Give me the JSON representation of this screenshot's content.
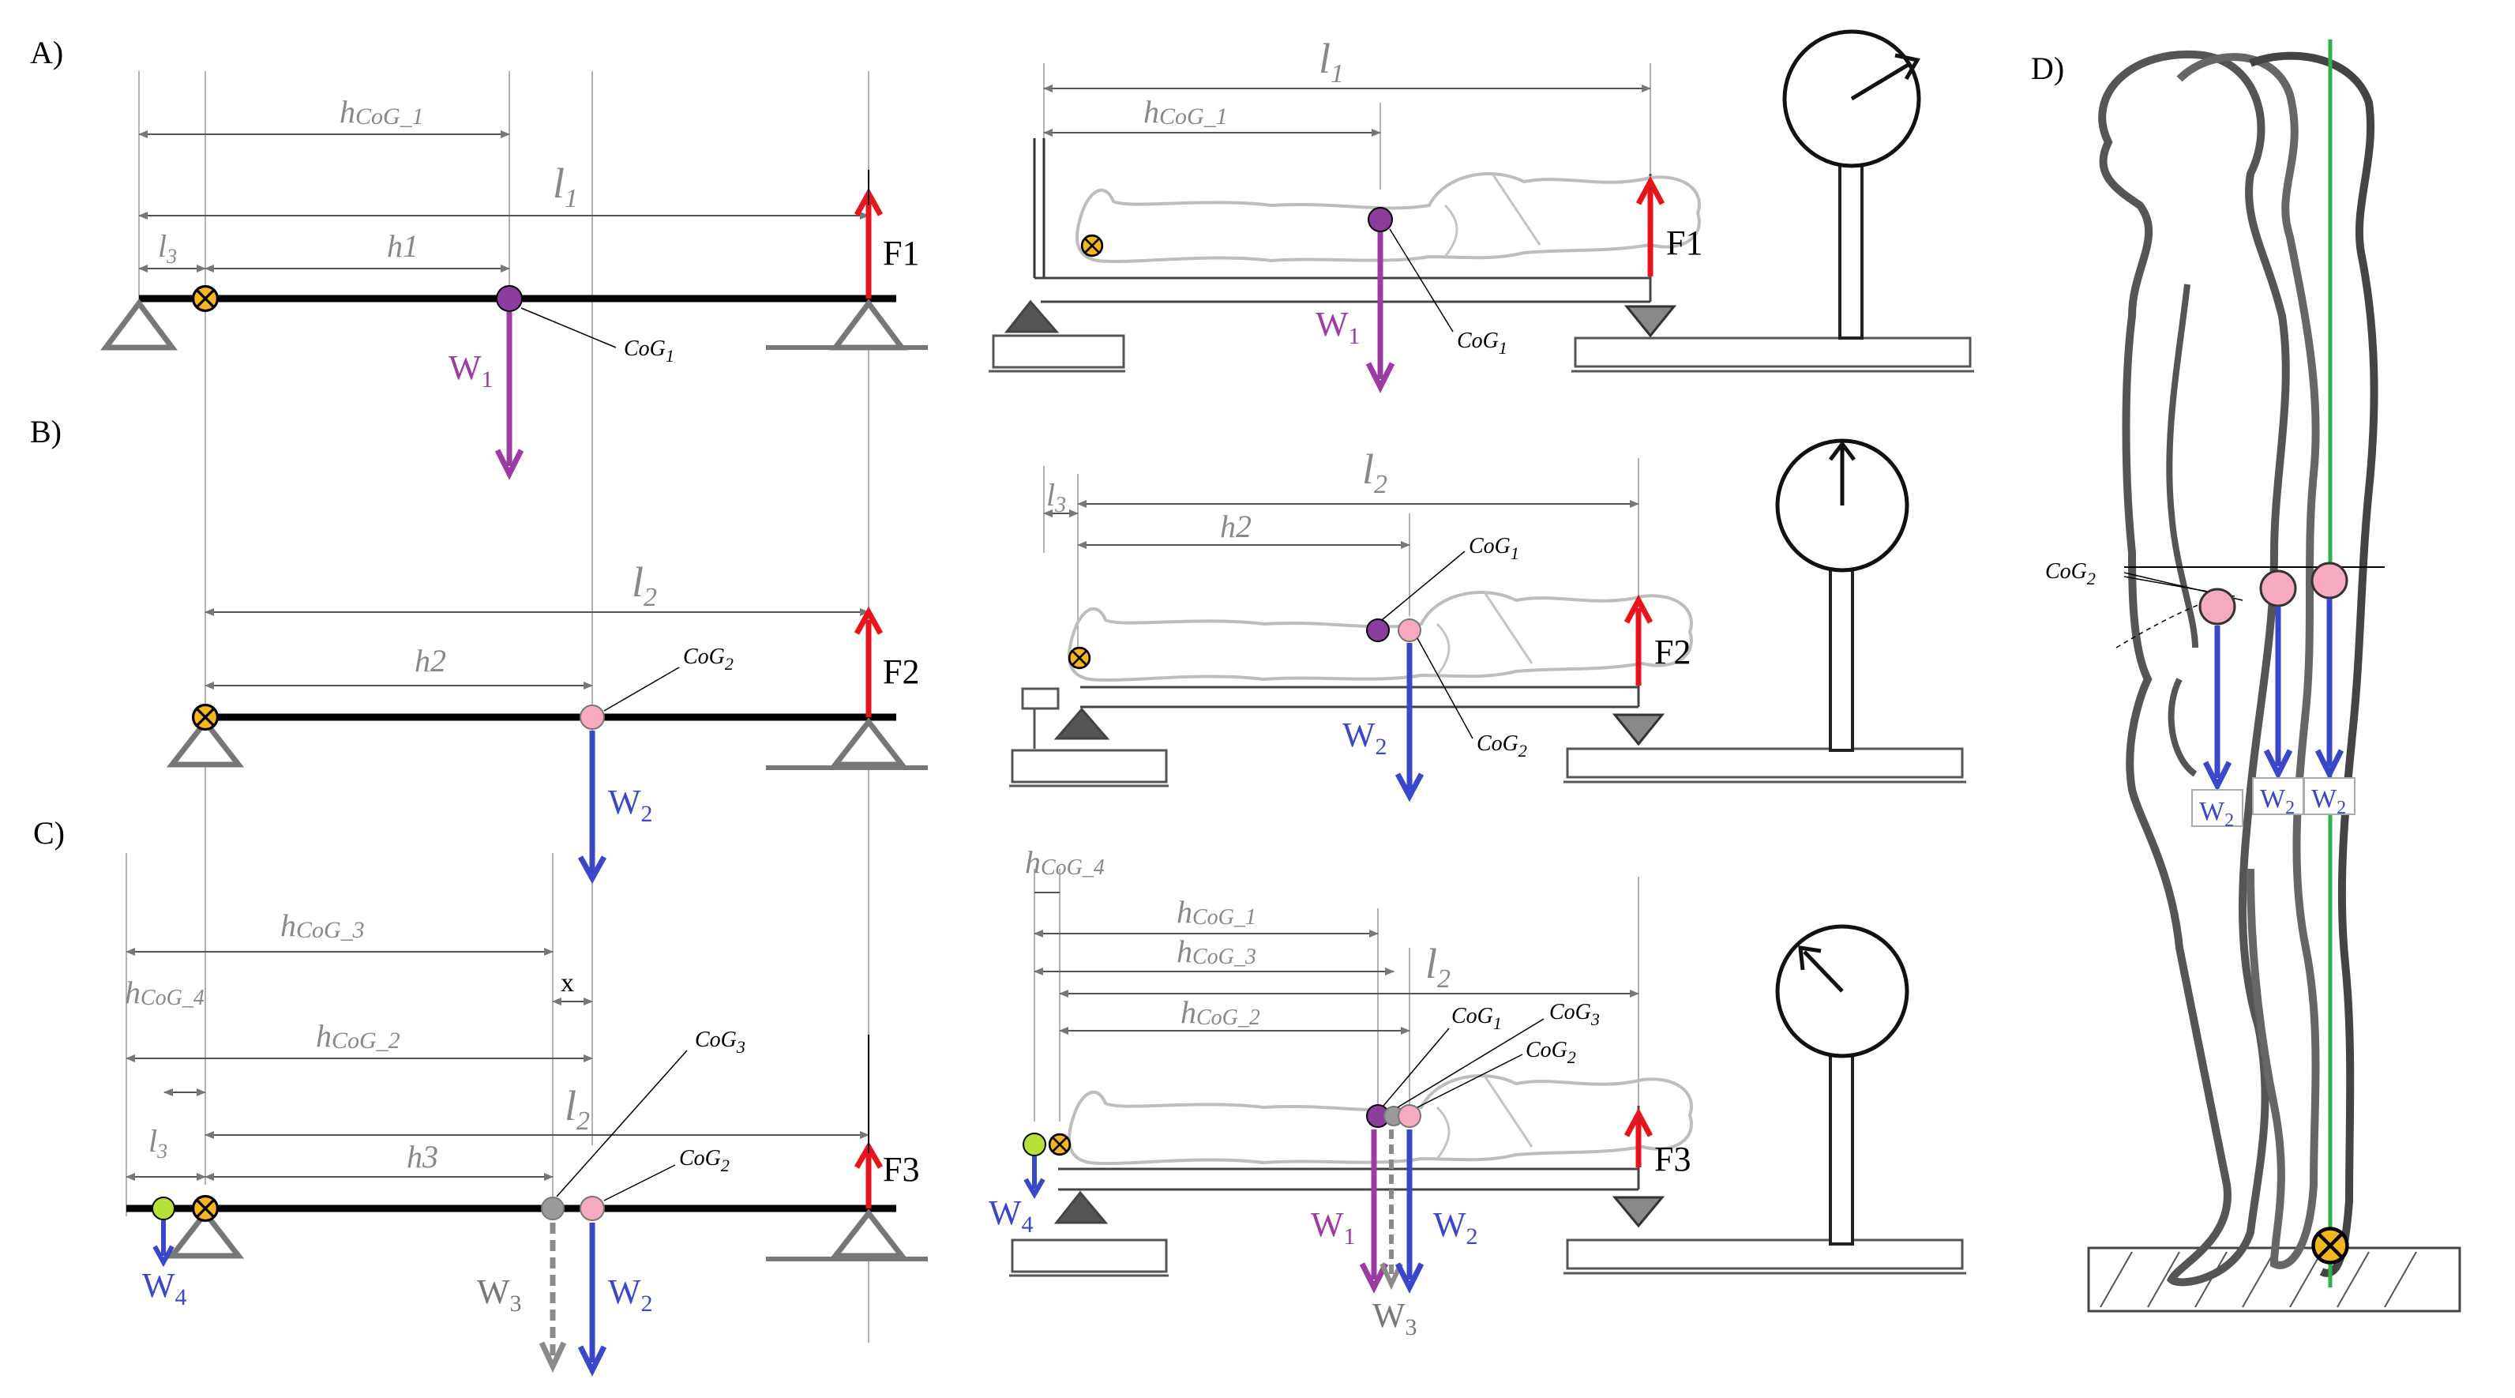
{
  "panels": {
    "a": "A)",
    "b": "B)",
    "c": "C)",
    "d": "D)"
  },
  "dims": {
    "l1": "l",
    "l1_sub": "1",
    "l2": "l",
    "l2_sub": "2",
    "l3": "l",
    "l3_sub": "3",
    "hcog1": "h",
    "hcog1_sub": "CoG_1",
    "hcog2": "h",
    "hcog2_sub": "CoG_2",
    "hcog3": "h",
    "hcog3_sub": "CoG_3",
    "hcog4": "h",
    "hcog4_sub": "CoG_4",
    "h1": "h1",
    "h2": "h2",
    "h3": "h3",
    "x": "x"
  },
  "cogs": {
    "cog1": "CoG",
    "cog1_sub": "1",
    "cog2": "CoG",
    "cog2_sub": "2",
    "cog3": "CoG",
    "cog3_sub": "3"
  },
  "forces": {
    "f1": "F1",
    "f2": "F2",
    "f3": "F3",
    "w": "W",
    "w1_sub": "1",
    "w2_sub": "2",
    "w3_sub": "3",
    "w4_sub": "4"
  },
  "colors": {
    "f": "#e8141c",
    "w1": "#9b3ca2",
    "w2": "#3a47c9",
    "w3": "#8a8a8a",
    "w4": "#3a47c9",
    "cog1": "#8b3d9e",
    "cog2": "#f7a9c0",
    "cog3": "#9a9a9a",
    "cog4": "#b6e038",
    "pivot": "#f3b61f",
    "vertical": "#2db34a"
  }
}
